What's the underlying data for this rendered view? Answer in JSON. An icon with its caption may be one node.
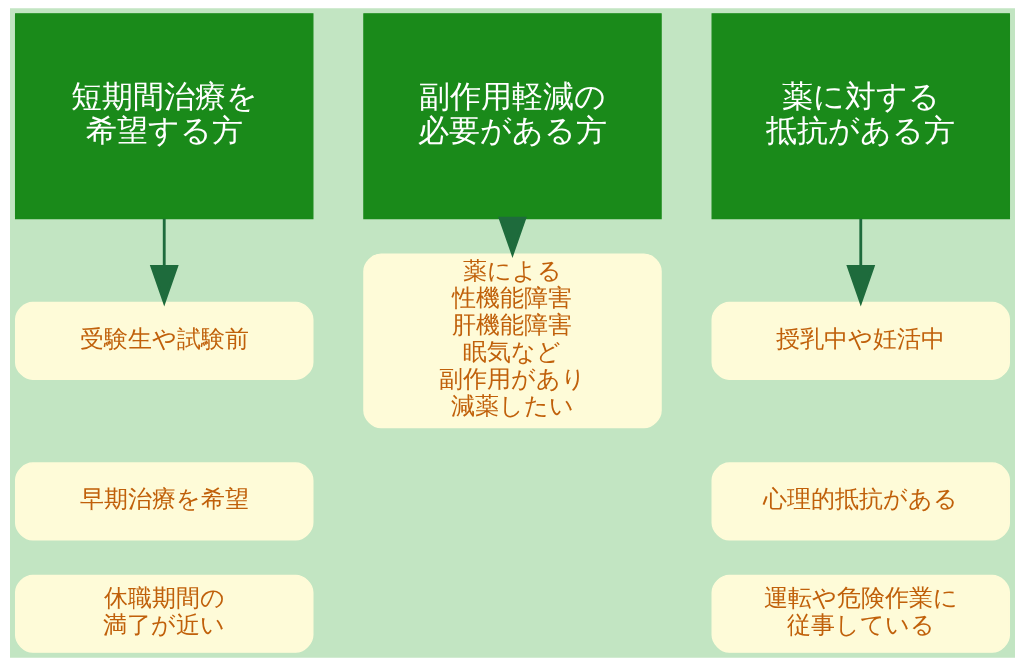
{
  "diagram": {
    "nodes": [
      {
        "text": [
          "短期間治療を希望する方"
        ]
      },
      {
        "text": [
          "副作用軽減の必要がある方"
        ]
      },
      {
        "text": [
          "薬に対する抵抗がある方"
        ]
      },
      {
        "text": [
          "受験生や試験前"
        ]
      },
      {
        "text": [
          "早期治療を希望"
        ]
      },
      {
        "text": [
          "休職期間の満了が近い"
        ]
      },
      {
        "text": [
          "薬による性機能障害肝機能障害眠気など副作用があり減薬したい"
        ]
      },
      {
        "text": [
          "授乳中や妊活中"
        ]
      },
      {
        "text": [
          "心理的抵抗がある"
        ]
      },
      {
        "text": [
          "運転や危険作業に従事している"
        ]
      }
    ],
    "edges": [
      {
        "from": 0,
        "to": 3,
        "arrow": "to"
      },
      {
        "from": 1,
        "to": 6,
        "arrow": "to"
      },
      {
        "from": 2,
        "to": 7,
        "arrow": "to"
      }
    ]
  }
}
